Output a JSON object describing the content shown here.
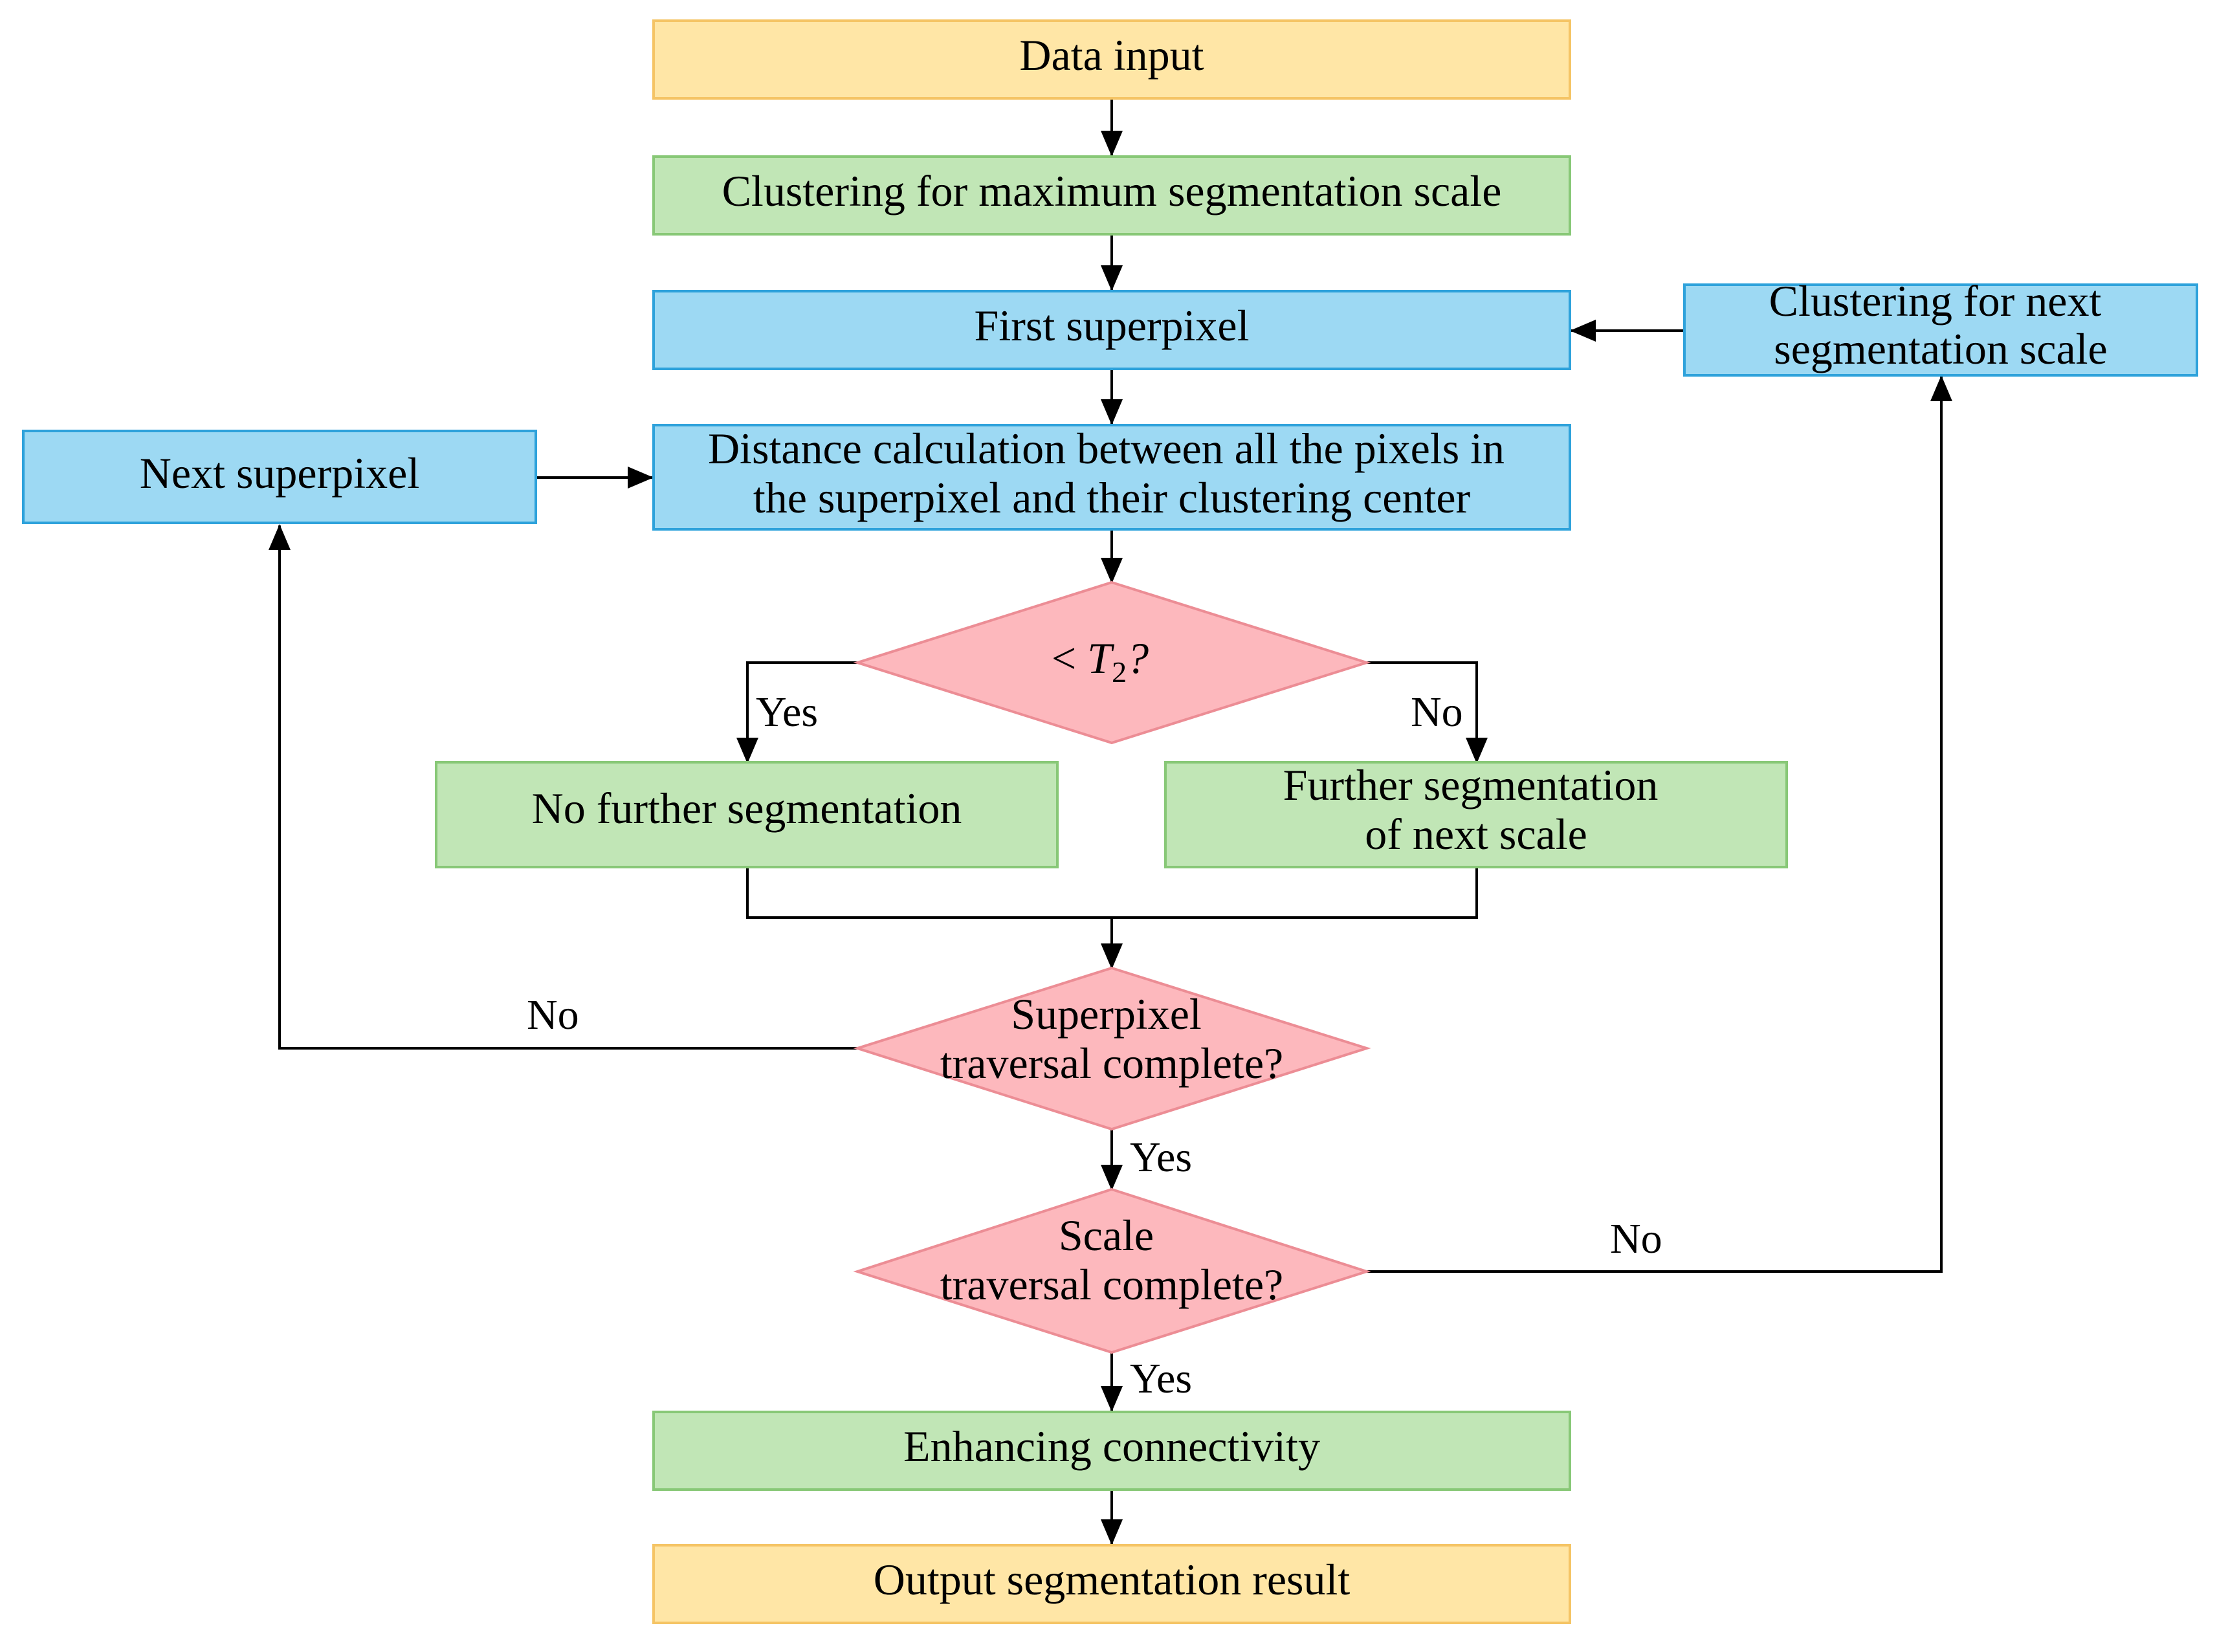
{
  "colors": {
    "terminal_fill": "#FFE6A6",
    "terminal_stroke": "#F5C465",
    "process_green_fill": "#C1E6B6",
    "process_green_stroke": "#88C877",
    "process_blue_fill": "#9DD9F3",
    "process_blue_stroke": "#2EA2DB",
    "decision_fill": "#FDB8BD",
    "decision_stroke": "#EC8D95",
    "line": "#000000"
  },
  "nodes": {
    "data_input": "Data input",
    "clustering_max": "Clustering for maximum segmentation scale",
    "first_superpixel": "First superpixel",
    "clustering_next": [
      "Clustering for next",
      "segmentation scale"
    ],
    "next_superpixel": "Next superpixel",
    "distance_calc": [
      "Distance calculation between all the pixels in",
      "the superpixel and their clustering center"
    ],
    "decision_t2": {
      "prefix": "< ",
      "var": "T",
      "sub": "2",
      "suffix": "?"
    },
    "no_further": "No further segmentation",
    "further_seg": [
      "Further segmentation",
      "of next scale"
    ],
    "superpixel_traversal": [
      "Superpixel",
      "traversal complete?"
    ],
    "scale_traversal": [
      "Scale",
      "traversal complete?"
    ],
    "enhancing": "Enhancing connectivity",
    "output": "Output segmentation result"
  },
  "edge_labels": {
    "t2_yes": "Yes",
    "t2_no": "No",
    "superpixel_no": "No",
    "superpixel_yes": "Yes",
    "scale_no": "No",
    "scale_yes": "Yes"
  }
}
